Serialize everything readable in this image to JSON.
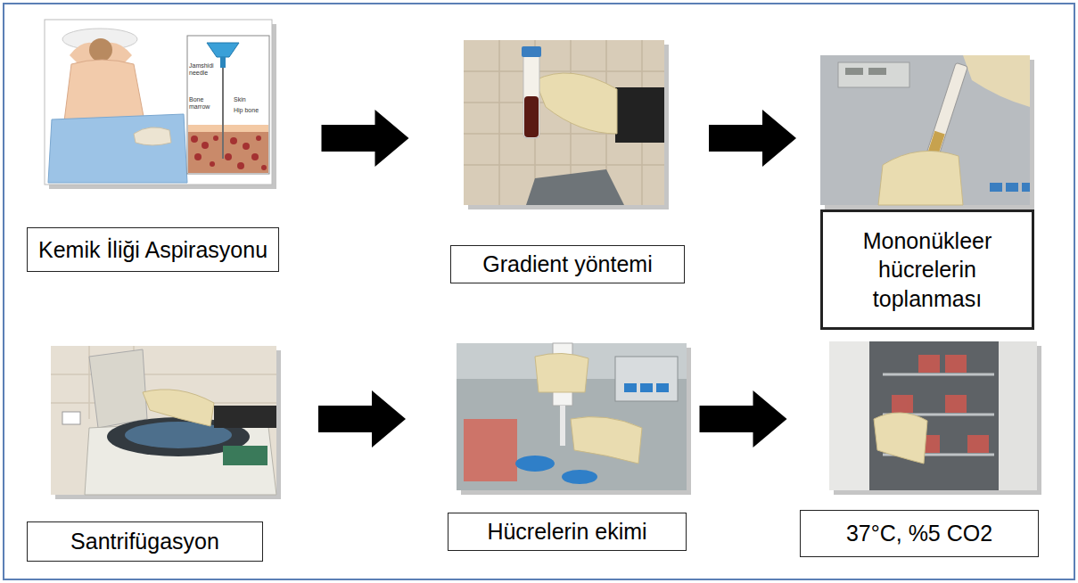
{
  "diagram": {
    "nodes": [
      {
        "text": [
          "Kemik İliği Aspirasyonu"
        ]
      },
      {
        "text": [
          "Gradient yöntemi"
        ]
      },
      {
        "text": [
          "Mononükleer hücrelerin toplanması"
        ]
      },
      {
        "text": [
          "Santrifügasyon"
        ]
      },
      {
        "text": [
          "Hücrelerin ekimi"
        ]
      },
      {
        "text": [
          "37°C, %5 CO2"
        ]
      }
    ],
    "edges": [
      {
        "from": 0,
        "to": 1,
        "arrow": "to"
      },
      {
        "from": 1,
        "to": 2,
        "arrow": "to"
      },
      {
        "from": 3,
        "to": 4,
        "arrow": "to"
      },
      {
        "from": 4,
        "to": 5,
        "arrow": "to"
      }
    ],
    "labels": [
      "Jamshidi needle",
      "Bone marrow",
      "Skin",
      "Hip bone"
    ]
  }
}
